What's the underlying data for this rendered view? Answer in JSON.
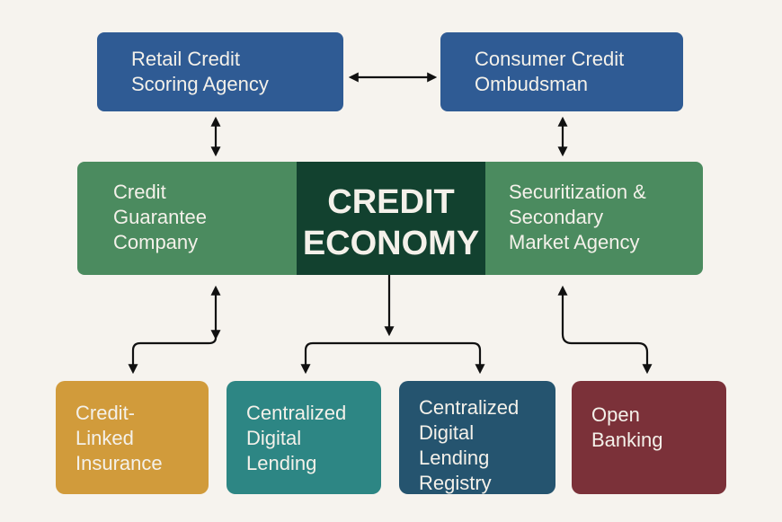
{
  "top": {
    "left": {
      "lines": [
        "Retail Credit",
        "Scoring Agency"
      ]
    },
    "right": {
      "lines": [
        "Consumer Credit",
        "Ombudsman"
      ]
    }
  },
  "middle": {
    "left": {
      "lines": [
        "Credit",
        "Guarantee",
        "Company"
      ]
    },
    "center": {
      "lines": [
        "CREDIT",
        "ECONOMY"
      ]
    },
    "right": {
      "lines": [
        "Securitization &",
        "Secondary",
        "Market Agency"
      ]
    }
  },
  "bottom": [
    {
      "lines": [
        "Credit-",
        "Linked",
        "Insurance"
      ],
      "color": "#d19b3b"
    },
    {
      "lines": [
        "Centralized",
        "Digital",
        "Lending"
      ],
      "color": "#2d8684"
    },
    {
      "lines": [
        "Centralized",
        "Digital",
        "Lending",
        "Registry"
      ],
      "color": "#25546f"
    },
    {
      "lines": [
        "Open",
        "Banking"
      ],
      "color": "#7b3139"
    }
  ],
  "colors": {
    "background": "#f6f3ee",
    "top": "#2f5b94",
    "middle": "#4b8b5f",
    "center": "#12412f"
  }
}
